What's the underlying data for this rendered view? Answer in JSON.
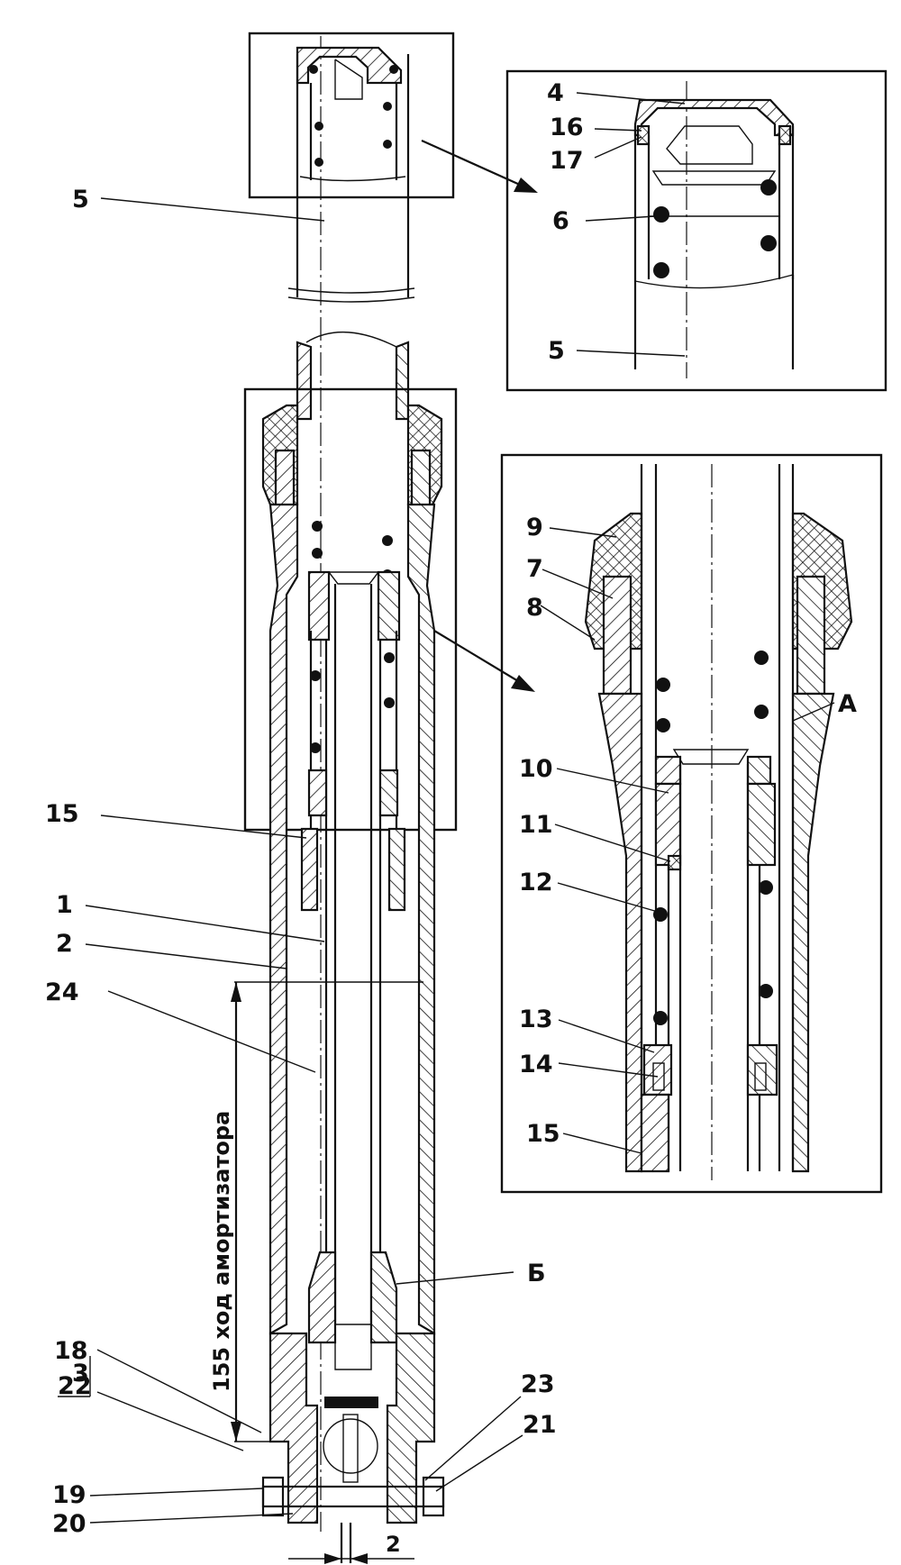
{
  "labels": {
    "l5_top": "5",
    "l4": "4",
    "l16": "16",
    "l17": "17",
    "l6": "6",
    "l5_inset": "5",
    "l9": "9",
    "l7": "7",
    "l8": "8",
    "lA": "А",
    "l10": "10",
    "l11": "11",
    "l12": "12",
    "l13": "13",
    "l14": "14",
    "l15_inset": "15",
    "l15_main": "15",
    "l1": "1",
    "l2": "2",
    "l24": "24",
    "lB": "Б",
    "l18": "18",
    "l3": "3",
    "l22": "22",
    "l23": "23",
    "l21": "21",
    "l19": "19",
    "l20": "20"
  },
  "dimensions": {
    "stroke_text": "155 ход амортизатора",
    "gap_value": "2"
  },
  "colors": {
    "ink": "#111111",
    "paper": "#ffffff"
  }
}
